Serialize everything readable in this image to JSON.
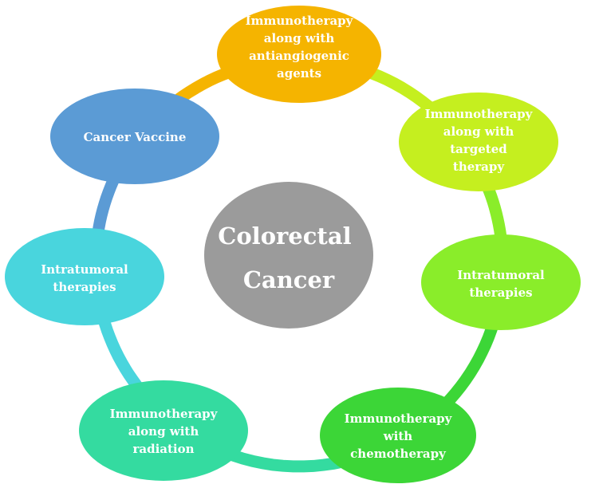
{
  "center": {
    "lines": [
      "Colorectal",
      "Cancer"
    ],
    "color": "#9b9b9b"
  },
  "nodes": [
    {
      "id": "antiangiogenic",
      "lines": [
        "Immunotherapy",
        "along with",
        "antiangiogenic",
        "agents"
      ],
      "color": "#f5b400"
    },
    {
      "id": "targeted",
      "lines": [
        "Immunotherapy",
        "along with",
        "targeted",
        "therapy"
      ],
      "color": "#c5ef1f"
    },
    {
      "id": "intratumoral-right",
      "lines": [
        "Intratumoral",
        "therapies"
      ],
      "color": "#8aed2a"
    },
    {
      "id": "chemotherapy",
      "lines": [
        "Immunotherapy",
        "with",
        "chemotherapy"
      ],
      "color": "#3cd637"
    },
    {
      "id": "radiation",
      "lines": [
        "Immunotherapy",
        "along with",
        "radiation"
      ],
      "color": "#34dba0"
    },
    {
      "id": "intratumoral-left",
      "lines": [
        "Intratumoral",
        "therapies"
      ],
      "color": "#49d5dd"
    },
    {
      "id": "vaccine",
      "lines": [
        "Cancer Vaccine"
      ],
      "color": "#5b9bd5"
    }
  ],
  "ring_colors": [
    "#f5b400",
    "#c5ef1f",
    "#8aed2a",
    "#3cd637",
    "#34dba0",
    "#49d5dd",
    "#5b9bd5"
  ]
}
